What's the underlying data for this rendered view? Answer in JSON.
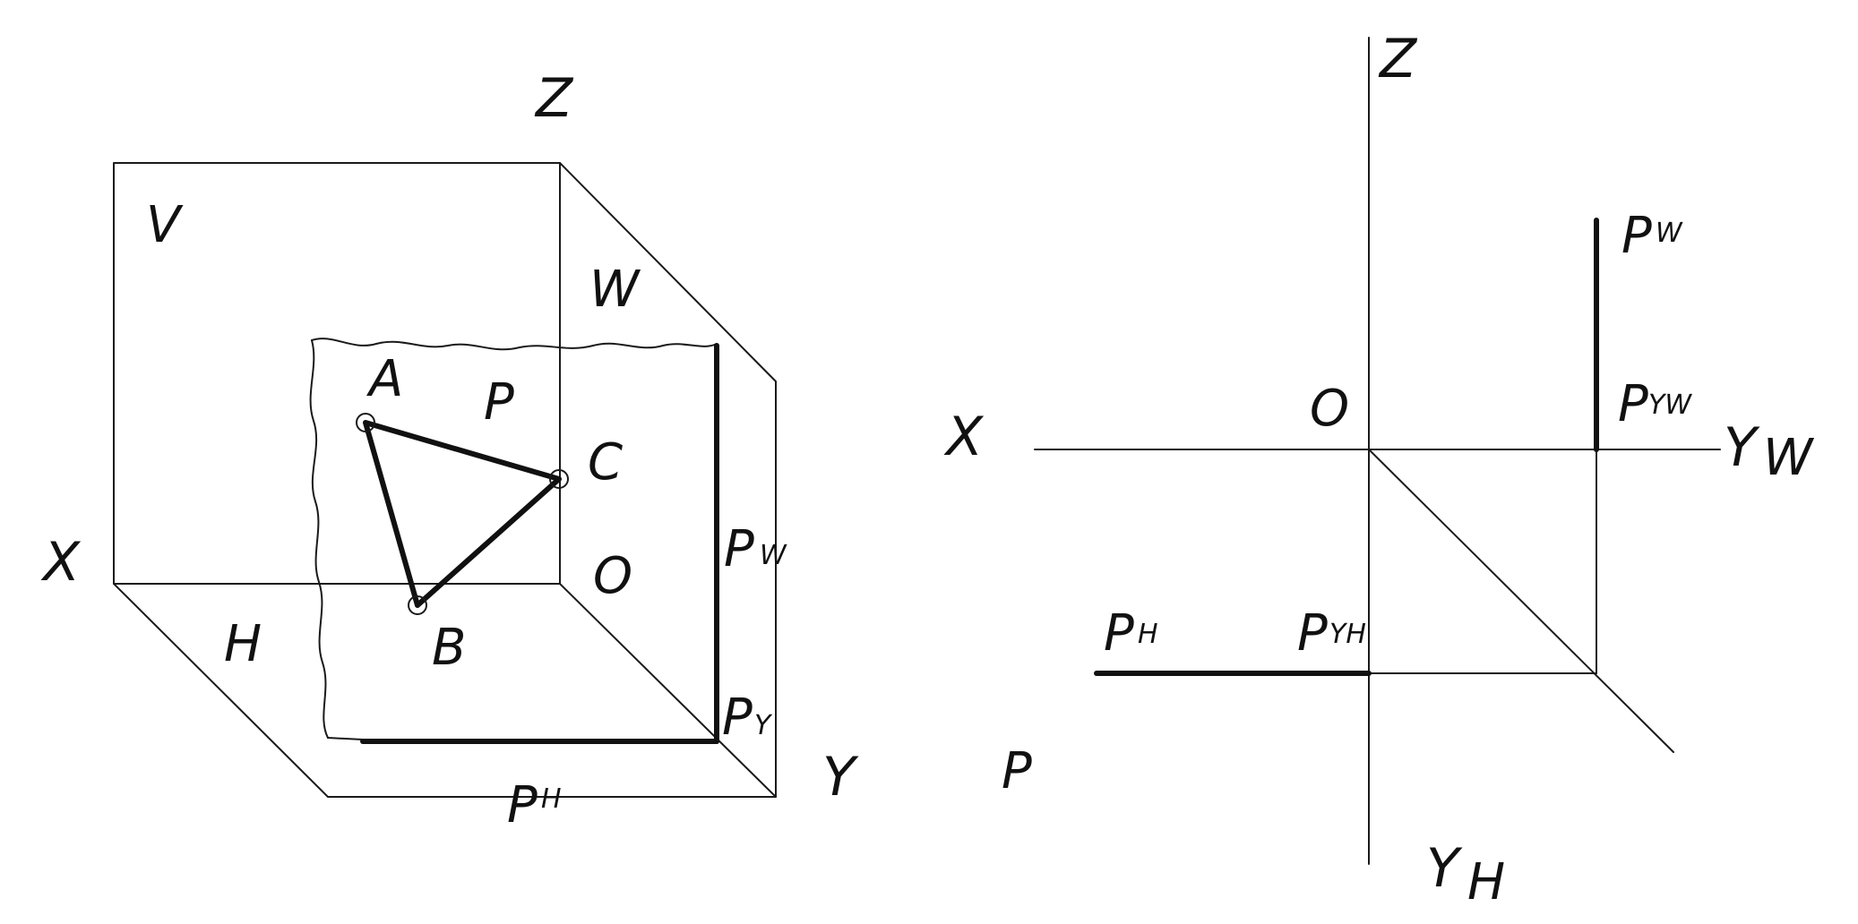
{
  "left_figure": {
    "labels": {
      "z": "Z",
      "v": "V",
      "w": "W",
      "a": "A",
      "p": "P",
      "c": "C",
      "x": "X",
      "o": "O",
      "h": "H",
      "b": "B",
      "y": "Y",
      "pw_main": "P",
      "pw_sub": "W",
      "py_main": "P",
      "py_sub": "Y",
      "ph_main": "P",
      "ph_sub": "H"
    }
  },
  "right_figure": {
    "labels": {
      "z": "Z",
      "x": "X",
      "o": "O",
      "yw_main": "Y",
      "yw_sub": "W",
      "yh_main": "Y",
      "yh_sub": "H",
      "pw_main": "P",
      "pw_sub": "W",
      "pyw_main": "P",
      "pyw_sub": "YW",
      "ph_main": "P",
      "ph_sub": "H",
      "pyh_main": "P",
      "pyh_sub": "YH",
      "p": "P"
    }
  }
}
